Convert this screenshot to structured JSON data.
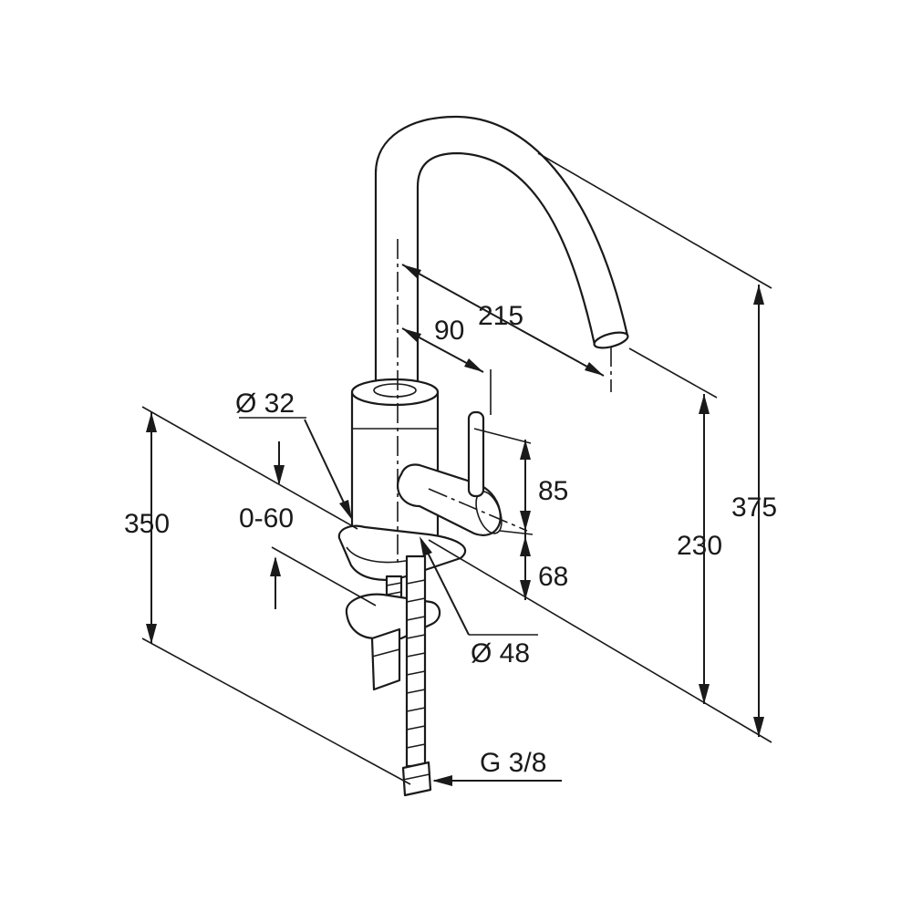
{
  "dimensions": {
    "d215": "215",
    "d90": "90",
    "d32": "Ø 32",
    "d85": "85",
    "d350": "350",
    "d060": "0-60",
    "d68": "68",
    "d230": "230",
    "d375": "375",
    "d48": "Ø 48",
    "thread": "G 3/8"
  }
}
